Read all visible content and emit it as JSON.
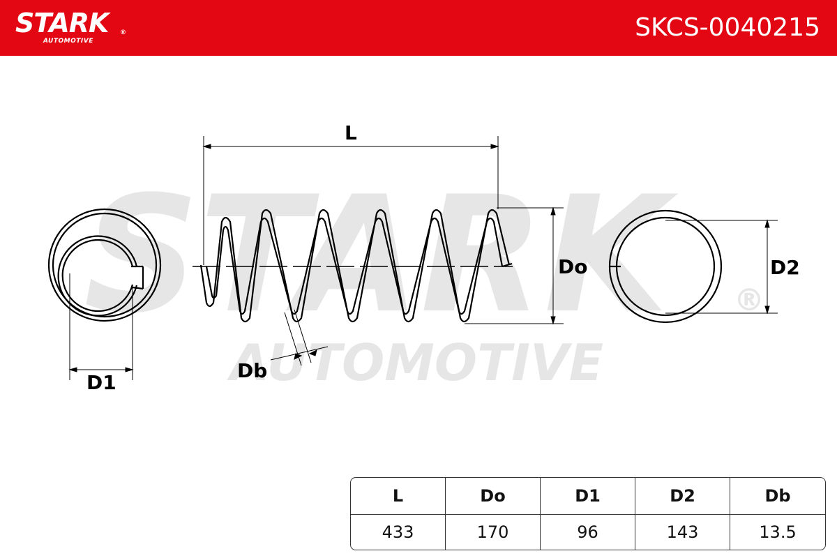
{
  "header": {
    "brand": "STARK",
    "brand_mark": "®",
    "brand_sub": "AUTOMOTIVE",
    "part_number": "SKCS-0040215",
    "color": "#e30613"
  },
  "watermark": {
    "brand": "STARK",
    "sub": "AUTOMOTIVE",
    "mark": "®"
  },
  "diagram": {
    "labels": {
      "length": "L",
      "outer_diameter": "Do",
      "diameter_1": "D1",
      "diameter_2": "D2",
      "wire_diameter": "Db"
    }
  },
  "specs": {
    "headers": [
      "L",
      "Do",
      "D1",
      "D2",
      "Db"
    ],
    "values": [
      "433",
      "170",
      "96",
      "143",
      "13.5"
    ]
  }
}
